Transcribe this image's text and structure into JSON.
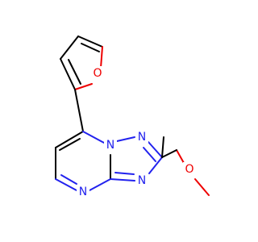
{
  "molecule": {
    "atoms": {
      "furan_O": {
        "symbol": "O",
        "color": "#ee0000"
      },
      "n1": {
        "symbol": "N",
        "color": "#2222ee"
      },
      "n_triazole_top": {
        "symbol": "N",
        "color": "#2222ee"
      },
      "n_triazole_bottom": {
        "symbol": "N",
        "color": "#2222ee"
      },
      "n_pyrimidine": {
        "symbol": "N",
        "color": "#2222ee"
      },
      "ether_O": {
        "symbol": "O",
        "color": "#ee0000"
      }
    },
    "colors": {
      "bond": "#000000",
      "nitrogen": "#2222ee",
      "oxygen": "#ee0000",
      "background": "#ffffff"
    }
  }
}
